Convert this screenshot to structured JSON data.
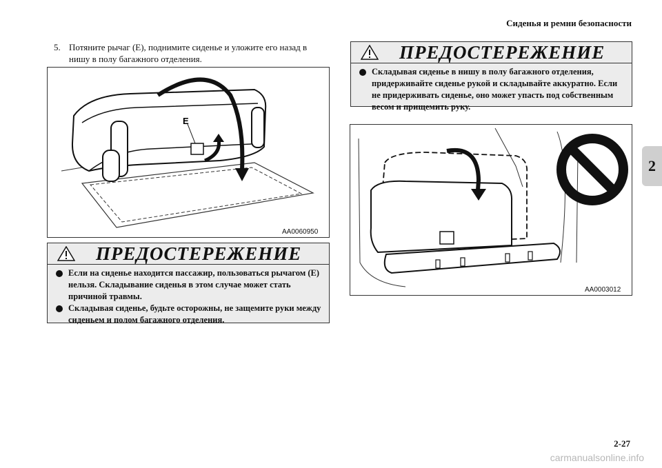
{
  "header": {
    "section_title": "Сиденья и ремни безопасности"
  },
  "chapter_tab": {
    "label": "2"
  },
  "step": {
    "number": "5.",
    "text": "Потяните рычаг (E), поднимите сиденье и уложите его назад в нишу в полу багажного отделения."
  },
  "figure_left": {
    "code": "AA0060950",
    "label_e": "E"
  },
  "warning_left": {
    "title": "ПРЕДОСТЕРЕЖЕНИЕ",
    "items": [
      "Если на сиденье находится пассажир, пользоваться рычагом (E) нельзя. Складывание сиденья в этом случае может стать причиной травмы.",
      "Складывая сиденье, будьте осторожны, не защемите руки между сиденьем и полом багажного отделения."
    ]
  },
  "warning_right": {
    "title": "ПРЕДОСТЕРЕЖЕНИЕ",
    "items": [
      "Складывая сиденье в нишу в полу багажного отделения, придерживайте сиденье рукой и складывайте аккуратно. Если не придерживать сиденье, оно может упасть под собственным весом и прищемить руку."
    ]
  },
  "figure_right": {
    "code": "AA0003012"
  },
  "footer": {
    "page_number": "2-27",
    "watermark": "carmanualsonline.info"
  },
  "icons": [
    "warning-triangle-icon",
    "prohibition-icon",
    "rotation-arrow-icon"
  ]
}
